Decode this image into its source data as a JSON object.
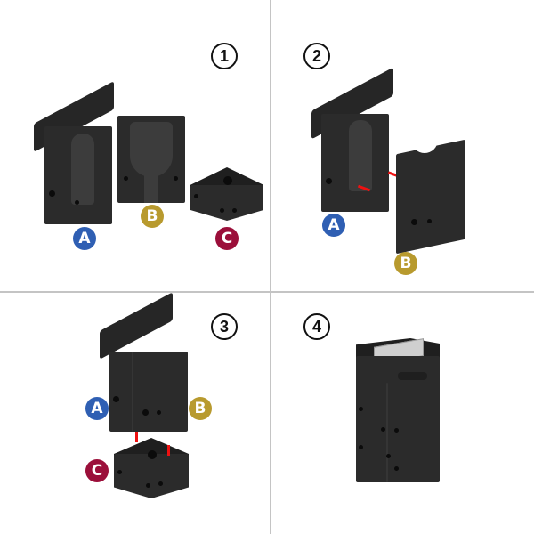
{
  "steps": [
    {
      "number": "1",
      "parts": [
        {
          "label": "A",
          "color": "#2f5fb3"
        },
        {
          "label": "B",
          "color": "#b89a2e"
        },
        {
          "label": "C",
          "color": "#9b0f3a"
        }
      ]
    },
    {
      "number": "2",
      "parts": [
        {
          "label": "A",
          "color": "#2f5fb3"
        },
        {
          "label": "B",
          "color": "#b89a2e"
        }
      ]
    },
    {
      "number": "3",
      "parts": [
        {
          "label": "A",
          "color": "#2f5fb3"
        },
        {
          "label": "B",
          "color": "#b89a2e"
        },
        {
          "label": "C",
          "color": "#9b0f3a"
        }
      ]
    },
    {
      "number": "4",
      "parts": []
    }
  ],
  "colors": {
    "divider": "#c4c4c4",
    "mold_body": "#2b2b2b",
    "arrow": "#e11111"
  }
}
